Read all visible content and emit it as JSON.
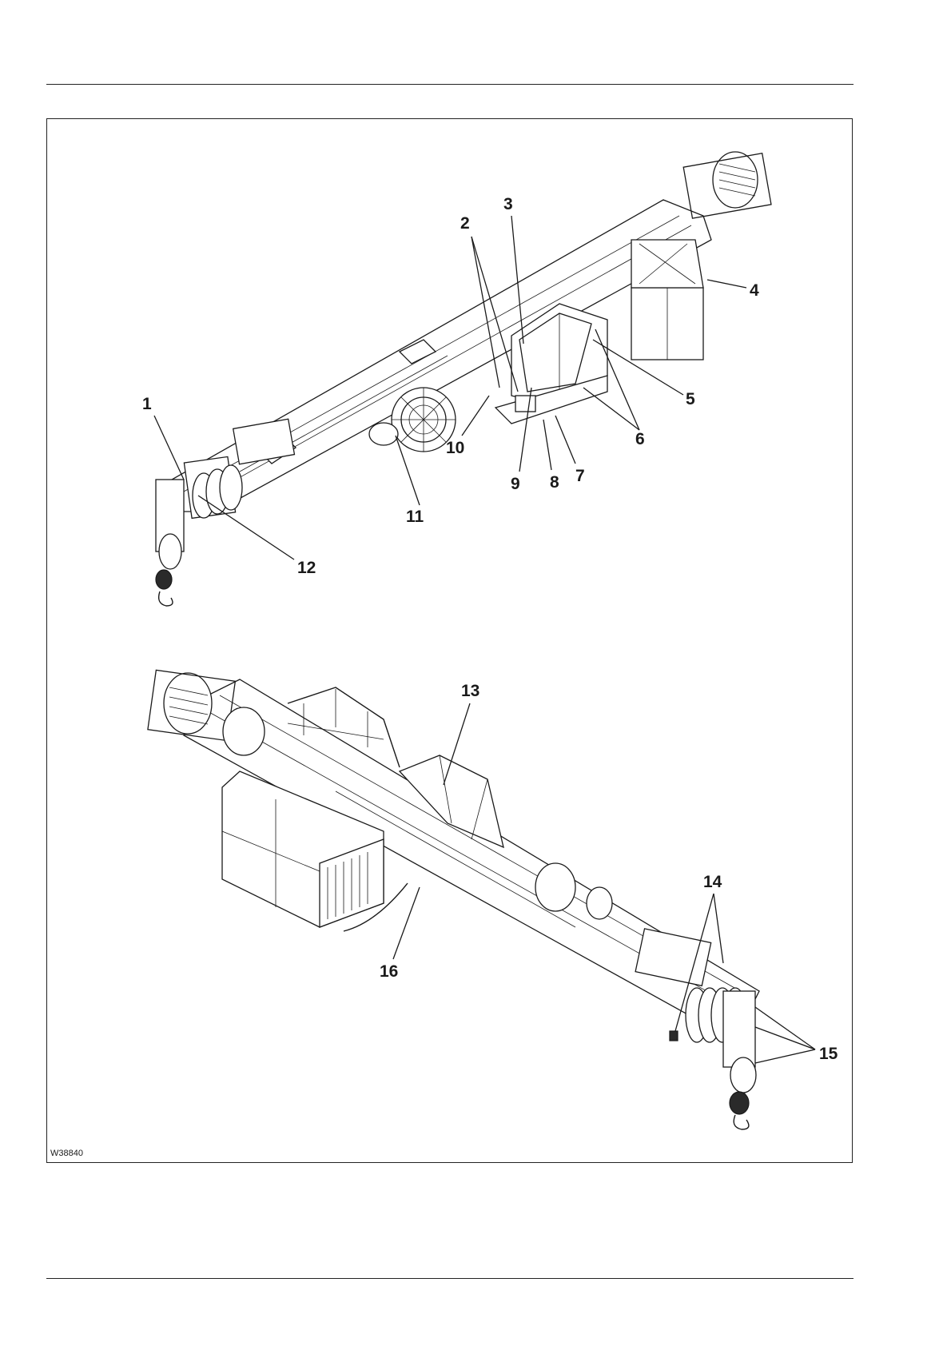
{
  "figure": {
    "id_label": "W38840",
    "callouts": [
      "1",
      "2",
      "3",
      "4",
      "5",
      "6",
      "7",
      "8",
      "9",
      "10",
      "11",
      "12",
      "13",
      "14",
      "15",
      "16"
    ]
  },
  "colors": {
    "ink": "#1a1a1a",
    "paper": "#ffffff"
  },
  "icons": [
    "crane-boom-side-view",
    "crane-boom-rear-view"
  ]
}
